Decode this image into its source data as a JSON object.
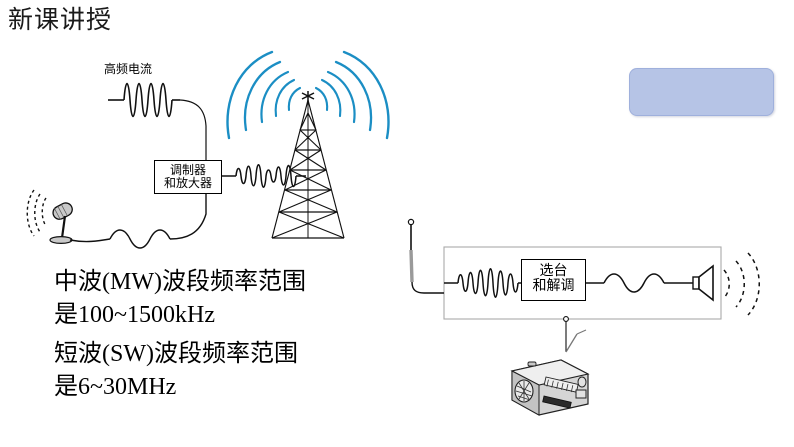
{
  "slide": {
    "title": "新课讲授",
    "background_color": "#ffffff"
  },
  "blue_box": {
    "label": "",
    "fill_color": "#b6c4e6",
    "border_color": "#9fb0dc"
  },
  "transmitter_diagram": {
    "name": "radio-transmitter-diagram",
    "carrier_label": "高频电流",
    "modulator_box": {
      "line1": "调制器",
      "line2": "和放大器"
    },
    "microphone": "microphone-icon",
    "tower": "transmission-tower-icon",
    "radio_waves_color": "#1b8ec4"
  },
  "receiver_diagram": {
    "name": "radio-receiver-diagram",
    "tuner_box": {
      "line1": "选台",
      "line2": "和解调"
    },
    "antenna": "receiver-antenna-icon",
    "speaker": "speaker-icon",
    "radio_device": "portable-radio-icon",
    "sound_wave_style": "dashed"
  },
  "frequency_text": {
    "paragraph_1": {
      "line1": "中波(MW)波段频率范围",
      "line2": "是100~1500kHz"
    },
    "paragraph_2": {
      "line1": "短波(SW)波段频率范围",
      "line2": "是6~30MHz"
    }
  }
}
